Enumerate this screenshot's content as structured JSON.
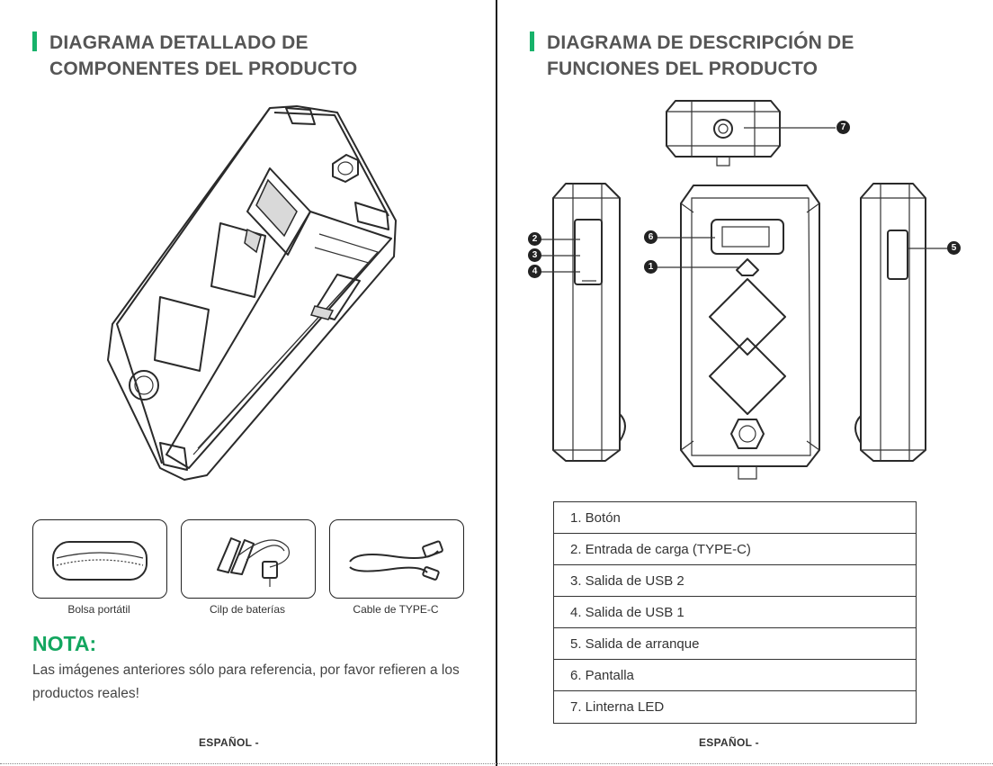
{
  "left": {
    "heading": [
      "DIAGRAMA DETALLADO DE",
      "COMPONENTES  DEL PRODUCTO"
    ],
    "accessories": [
      {
        "label": "Bolsa portátil"
      },
      {
        "label": "Cilp de baterías"
      },
      {
        "label": "Cable de TYPE-C"
      }
    ],
    "nota_title": "NOTA:",
    "nota_text": "Las imágenes anteriores sólo para referencia, por favor refieren a los productos reales!",
    "footer": "ESPAÑOL -"
  },
  "right": {
    "heading": [
      "DIAGRAMA DE DESCRIPCIÓN DE",
      "FUNCIONES DEL PRODUCTO"
    ],
    "callouts": [
      "1",
      "2",
      "3",
      "4",
      "5",
      "6",
      "7"
    ],
    "functions": [
      "1. Botón",
      "2. Entrada de carga (TYPE-C)",
      "3. Salida de USB 2",
      "4. Salida de USB 1",
      "5. Salida de arranque",
      "6. Pantalla",
      "7. Linterna LED"
    ],
    "footer": "ESPAÑOL -"
  },
  "colors": {
    "accent": "#17b26a",
    "heading_text": "#555555",
    "outline": "#2a2a2a"
  }
}
